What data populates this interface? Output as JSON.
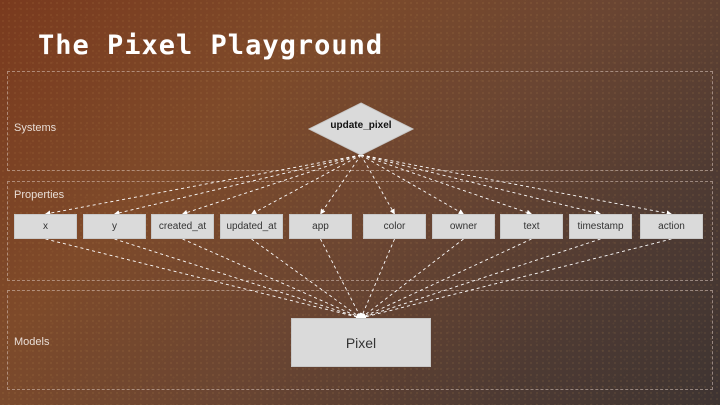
{
  "title": "The Pixel Playground",
  "sections": {
    "systems": "Systems",
    "properties": "Properties",
    "models": "Models"
  },
  "system_node": "update_pixel",
  "properties": [
    "x",
    "y",
    "created_at",
    "updated_at",
    "app",
    "color",
    "owner",
    "text",
    "timestamp",
    "action"
  ],
  "model_node": "Pixel",
  "colors": {
    "node_fill": "#dadada",
    "edge": "#ffffff",
    "section_border": "#dcc8be"
  }
}
